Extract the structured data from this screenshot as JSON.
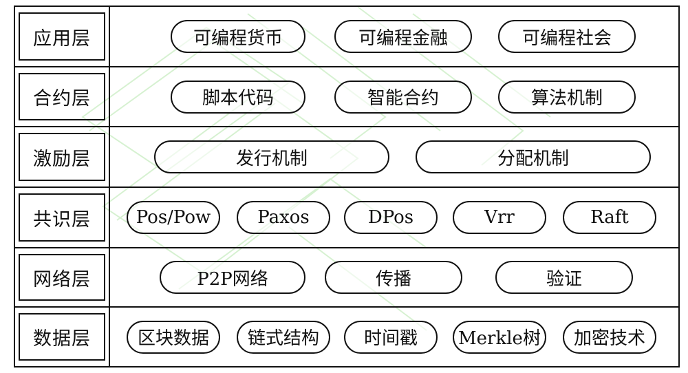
{
  "diagram": {
    "layers": [
      {
        "label": "应用层",
        "items": [
          "可编程货币",
          "可编程金融",
          "可编程社会"
        ]
      },
      {
        "label": "合约层",
        "items": [
          "脚本代码",
          "智能合约",
          "算法机制"
        ]
      },
      {
        "label": "激励层",
        "items": [
          "发行机制",
          "分配机制"
        ]
      },
      {
        "label": "共识层",
        "items": [
          "Pos/Pow",
          "Paxos",
          "DPos",
          "Vrr",
          "Raft"
        ]
      },
      {
        "label": "网络层",
        "items": [
          "P2P网络",
          "传播",
          "验证"
        ]
      },
      {
        "label": "数据层",
        "items": [
          "区块数据",
          "链式结构",
          "时间戳",
          "Merkle树",
          "加密技术"
        ]
      }
    ]
  },
  "colors": {
    "line": "#111111",
    "watermark": "#b9e6b0"
  }
}
